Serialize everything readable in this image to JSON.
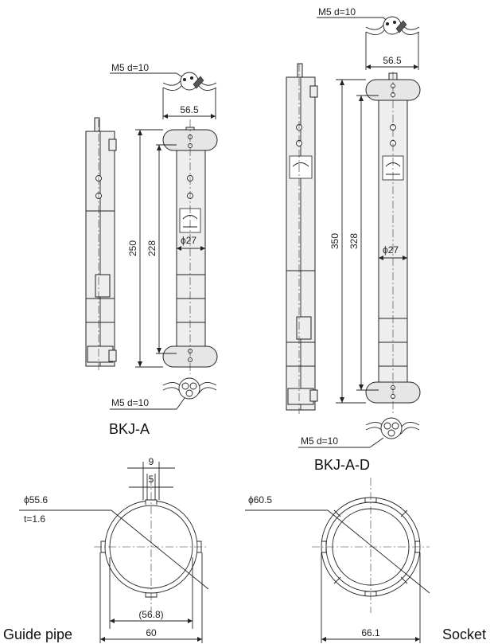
{
  "labels": {
    "bkj_a": {
      "top_screw": "M5 d=10",
      "top_width": "56.5",
      "height_overall": "250",
      "height_inner": "228",
      "diameter": "ϕ27",
      "bottom_screw": "M5 d=10",
      "model": "BKJ-A"
    },
    "bkj_a_d": {
      "top_screw": "M5 d=10",
      "top_width": "56.5",
      "height_overall": "350",
      "height_inner": "328",
      "diameter": "ϕ27",
      "bottom_screw": "M5 d=10",
      "model": "BKJ-A-D"
    },
    "guide_pipe": {
      "slot_outer": "9",
      "slot_inner": "5",
      "diameter": "ϕ55.6",
      "thickness": "t=1.6",
      "inner_width": "(56.8)",
      "outer_width": "60",
      "name": "Guide pipe"
    },
    "socket": {
      "diameter": "ϕ60.5",
      "width": "66.1",
      "name": "Socket"
    }
  }
}
